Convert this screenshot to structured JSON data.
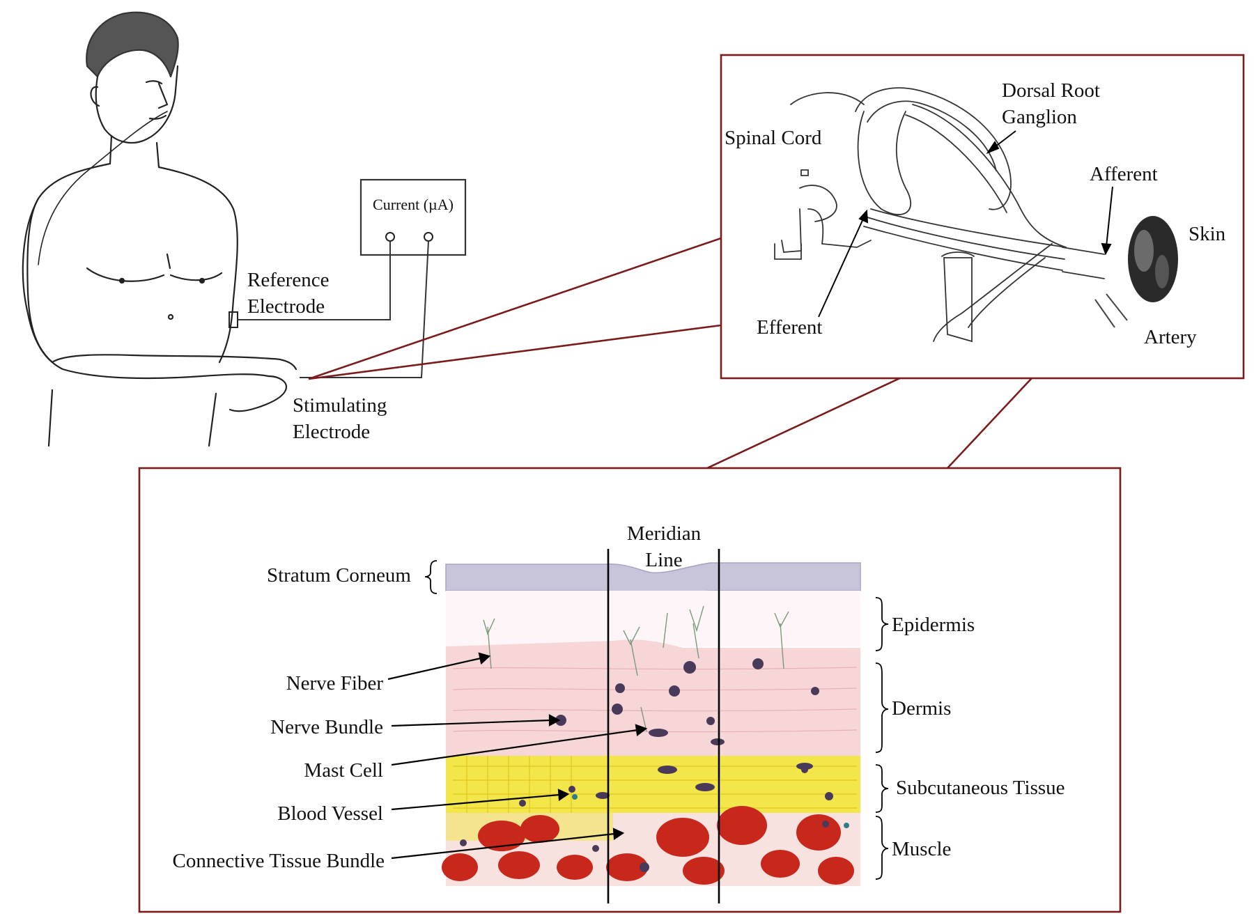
{
  "meter": {
    "label": "Current (µA)"
  },
  "electrodes": {
    "reference_line1": "Reference",
    "reference_line2": "Electrode",
    "stimulating_line1": "Stimulating",
    "stimulating_line2": "Electrode"
  },
  "nerve_panel": {
    "spinal_cord": "Spinal Cord",
    "drg_line1": "Dorsal Root",
    "drg_line2": "Ganglion",
    "afferent": "Afferent",
    "skin": "Skin",
    "efferent": "Efferent",
    "artery": "Artery"
  },
  "skin_panel": {
    "meridian_line1": "Meridian",
    "meridian_line2": "Line",
    "left_labels": {
      "stratum_corneum": "Stratum Corneum",
      "nerve_fiber": "Nerve Fiber",
      "nerve_bundle": "Nerve Bundle",
      "mast_cell": "Mast Cell",
      "blood_vessel": "Blood Vessel",
      "connective_tissue": "Connective Tissue Bundle"
    },
    "right_labels": {
      "epidermis": "Epidermis",
      "dermis": "Dermis",
      "subcutaneous": "Subcutaneous Tissue",
      "muscle": "Muscle"
    }
  },
  "colors": {
    "frame": "#7a1c1c",
    "stratum": "#c8c4da",
    "dermis": "#f6d6d6",
    "subcutaneous": "#f3e64a",
    "muscle_cell": "#c8281c"
  }
}
